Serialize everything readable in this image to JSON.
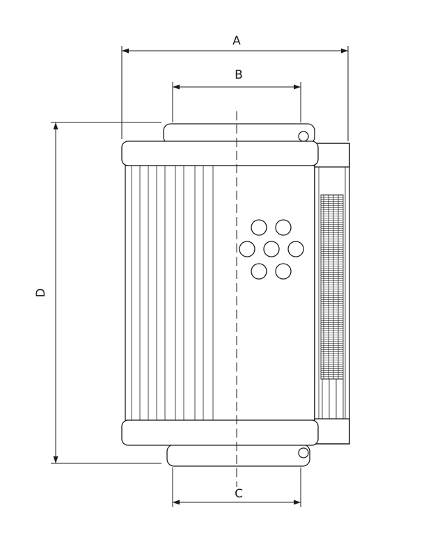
{
  "drawing": {
    "type": "technical-drawing",
    "subject": "hydraulic-filter-element-cross-section",
    "dim_a": "A",
    "dim_b": "B",
    "dim_c": "C",
    "dim_d": "D"
  },
  "colors": {
    "line": "#1a1a1a",
    "background": "#ffffff"
  }
}
